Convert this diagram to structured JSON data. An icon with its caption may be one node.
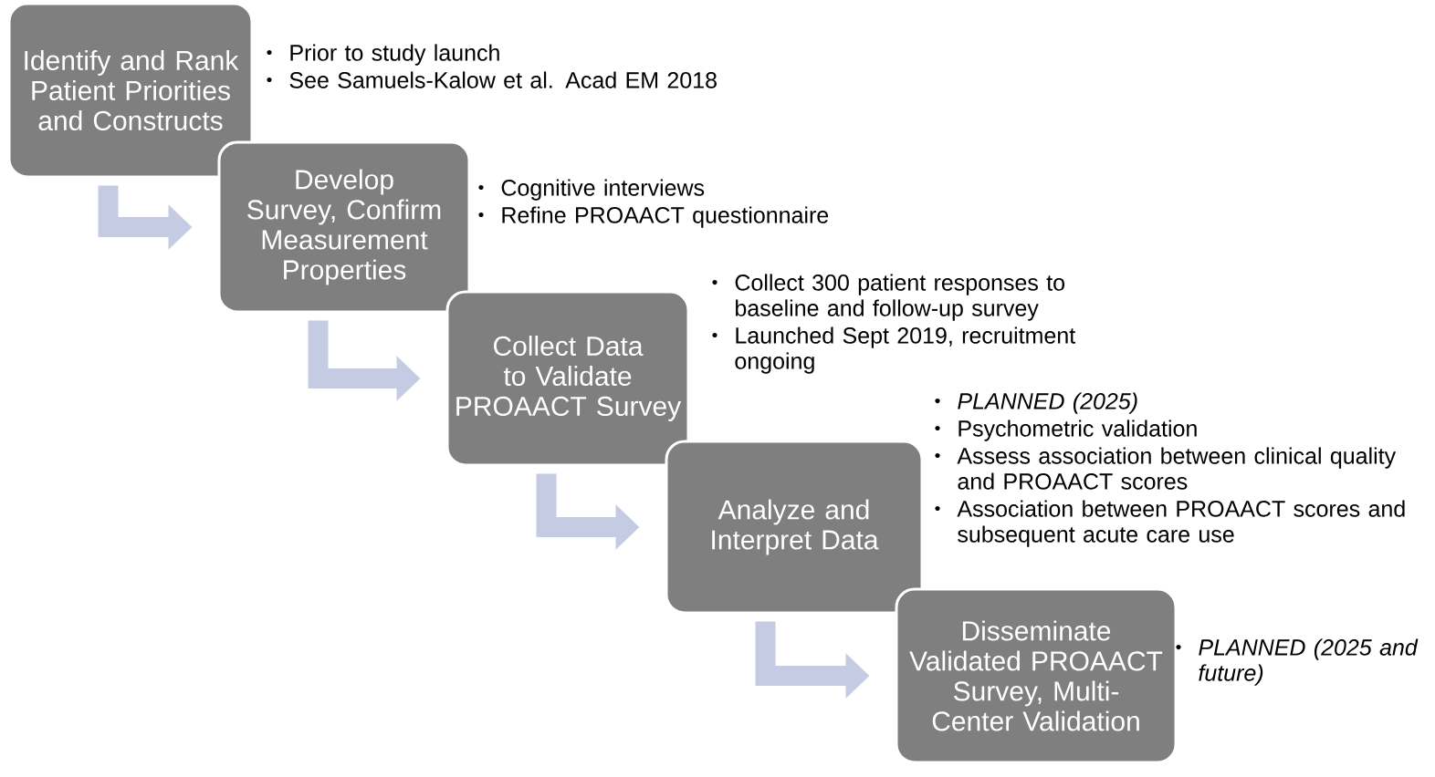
{
  "diagram": {
    "nodes": [
      {
        "text": [
          "Identify and Rank Patient Priorities and Constructs"
        ],
        "beside": [
          "Prior to study launch",
          "See Samuels-Kalow et al. Acad EM 2018"
        ]
      },
      {
        "text": [
          "Develop Survey, Confirm Measurement Properties"
        ],
        "beside": [
          "Cognitive interviews",
          "Refine PROAACT questionnaire"
        ]
      },
      {
        "text": [
          "Collect Data to Validate PROAACT Survey"
        ],
        "beside": [
          "Collect 300 patient responses to baseline and follow-up survey",
          "Launched Sept 2019, recruitment ongoing"
        ]
      },
      {
        "text": [
          "Analyze and Interpret Data"
        ],
        "beside": [
          "*PLANNED (2025)*",
          "Psychometric validation",
          "Assess association between clinical quality and PROAACT scores",
          "Association between PROAACT scores and subsequent acute care use"
        ]
      },
      {
        "text": [
          "Disseminate Validated PROAACT Survey, Multi-Center Validation"
        ],
        "beside": [
          "*PLANNED (2025 and future)*"
        ]
      }
    ],
    "edges": [
      {
        "from": 0,
        "to": 1,
        "arrow": "to"
      },
      {
        "from": 1,
        "to": 2,
        "arrow": "to"
      },
      {
        "from": 2,
        "to": 3,
        "arrow": "to"
      },
      {
        "from": 3,
        "to": 4,
        "arrow": "to"
      }
    ]
  }
}
